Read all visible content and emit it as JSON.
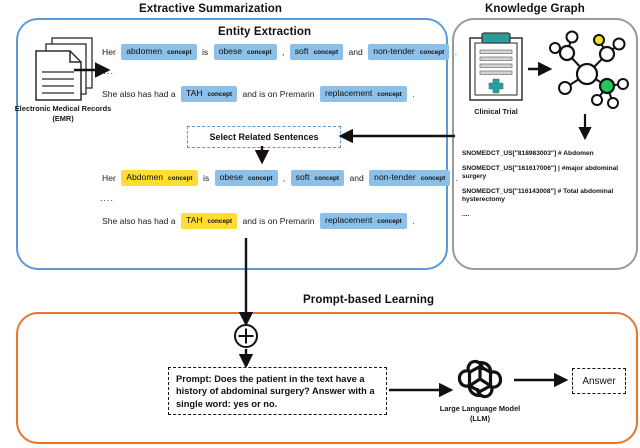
{
  "titles": {
    "extractive_summarization": "Extractive Summarization",
    "entity_extraction": "Entity Extraction",
    "knowledge_graph": "Knowledge Graph",
    "prompt_based_learning": "Prompt-based Learning"
  },
  "colors": {
    "panel_blue": "#5b9bd5",
    "panel_gray": "#9a9a9a",
    "panel_orange": "#e8762c",
    "concept_blue": "#8cc0e8",
    "concept_yellow": "#ffdd33",
    "teal": "#2a9d9b",
    "node_green": "#22c55e",
    "node_yellow": "#f5e02a",
    "arrow_black": "#111111"
  },
  "emr": {
    "icon": "stacked-documents-icon",
    "caption_line1": "Electronic Medical Records",
    "caption_line2": "(EMR)"
  },
  "entity_extraction": {
    "row1": {
      "prefix": "Her",
      "tokens": [
        {
          "word": "abdomen",
          "concept": "concept",
          "highlight": "blue"
        },
        {
          "word": "obese",
          "concept": "concept",
          "highlight": "blue"
        },
        {
          "word": "soft",
          "concept": "concept",
          "highlight": "blue"
        },
        {
          "word": "non-tender",
          "concept": "concept",
          "highlight": "blue"
        }
      ],
      "sep_is": "is",
      "sep_comma": ",",
      "sep_and": "and",
      "period": "."
    },
    "ellipsis": "....",
    "row2": {
      "prefix": "She also has had a",
      "token1": {
        "word": "TAH",
        "concept": "concept",
        "highlight": "blue"
      },
      "mid": "and is on Premarin",
      "token2": {
        "word": "replacement",
        "concept": "concept",
        "highlight": "blue"
      },
      "period": "."
    }
  },
  "select_related": {
    "label": "Select Related Sentences"
  },
  "selected_sentences": {
    "row1": {
      "prefix": "Her",
      "tokens": [
        {
          "word": "Abdomen",
          "concept": "concept",
          "highlight": "yellow"
        },
        {
          "word": "obese",
          "concept": "concept",
          "highlight": "blue"
        },
        {
          "word": "soft",
          "concept": "concept",
          "highlight": "blue"
        },
        {
          "word": "non-tender",
          "concept": "concept",
          "highlight": "blue"
        }
      ],
      "sep_is": "is",
      "sep_comma": ",",
      "sep_and": "and",
      "period": "."
    },
    "ellipsis": "....",
    "row2": {
      "prefix": "She also has had a",
      "token1": {
        "word": "TAH",
        "concept": "concept",
        "highlight": "yellow"
      },
      "mid": "and is on Premarin",
      "token2": {
        "word": "replacement",
        "concept": "concept",
        "highlight": "blue"
      },
      "period": "."
    }
  },
  "knowledge_graph": {
    "clinical_trial_caption": "Clinical Trial",
    "graph_icon": "network-graph-icon",
    "codes": [
      "SNOMEDCT_US[\"818983003\"] # Abdomen",
      "SNOMEDCT_US[\"161617006\"] | #major abdominal surgery",
      "SNOMEDCT_US[\"116143008\"] # Total abdominal hysterectomy",
      "...."
    ]
  },
  "prompt_learning": {
    "combine_symbol": "+",
    "prompt_text": "Prompt: Does the patient in the text have a history of abdominal surgery? Answer with a single word: yes or no.",
    "llm_caption_line1": "Large Language Model",
    "llm_caption_line2": "(LLM)",
    "llm_icon": "openai-logo-icon",
    "answer_label": "Answer"
  }
}
